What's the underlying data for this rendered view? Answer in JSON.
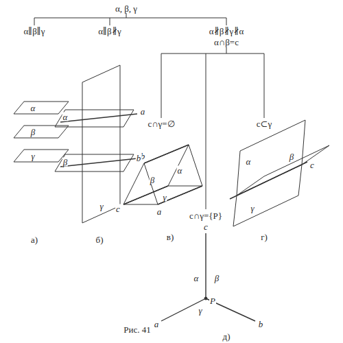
{
  "diagram": {
    "caption": "Рис. 41",
    "labels": [
      "α, β, γ",
      "α∥β∥γ",
      "α∥β∦γ",
      "α∦β∦γ∦α",
      "α∩β=c",
      "c∩γ=∅",
      "c⊂γ",
      "c∩γ={P}",
      "а)",
      "б)",
      "в)",
      "г)",
      "д)",
      "α",
      "β",
      "γ",
      "α",
      "β",
      "γ",
      "a",
      "b",
      "α",
      "β",
      "γ",
      "a",
      "b",
      "c",
      "α",
      "β",
      "γ",
      "c",
      "c",
      "α",
      "β",
      "γ",
      "P",
      "a",
      "b"
    ]
  }
}
